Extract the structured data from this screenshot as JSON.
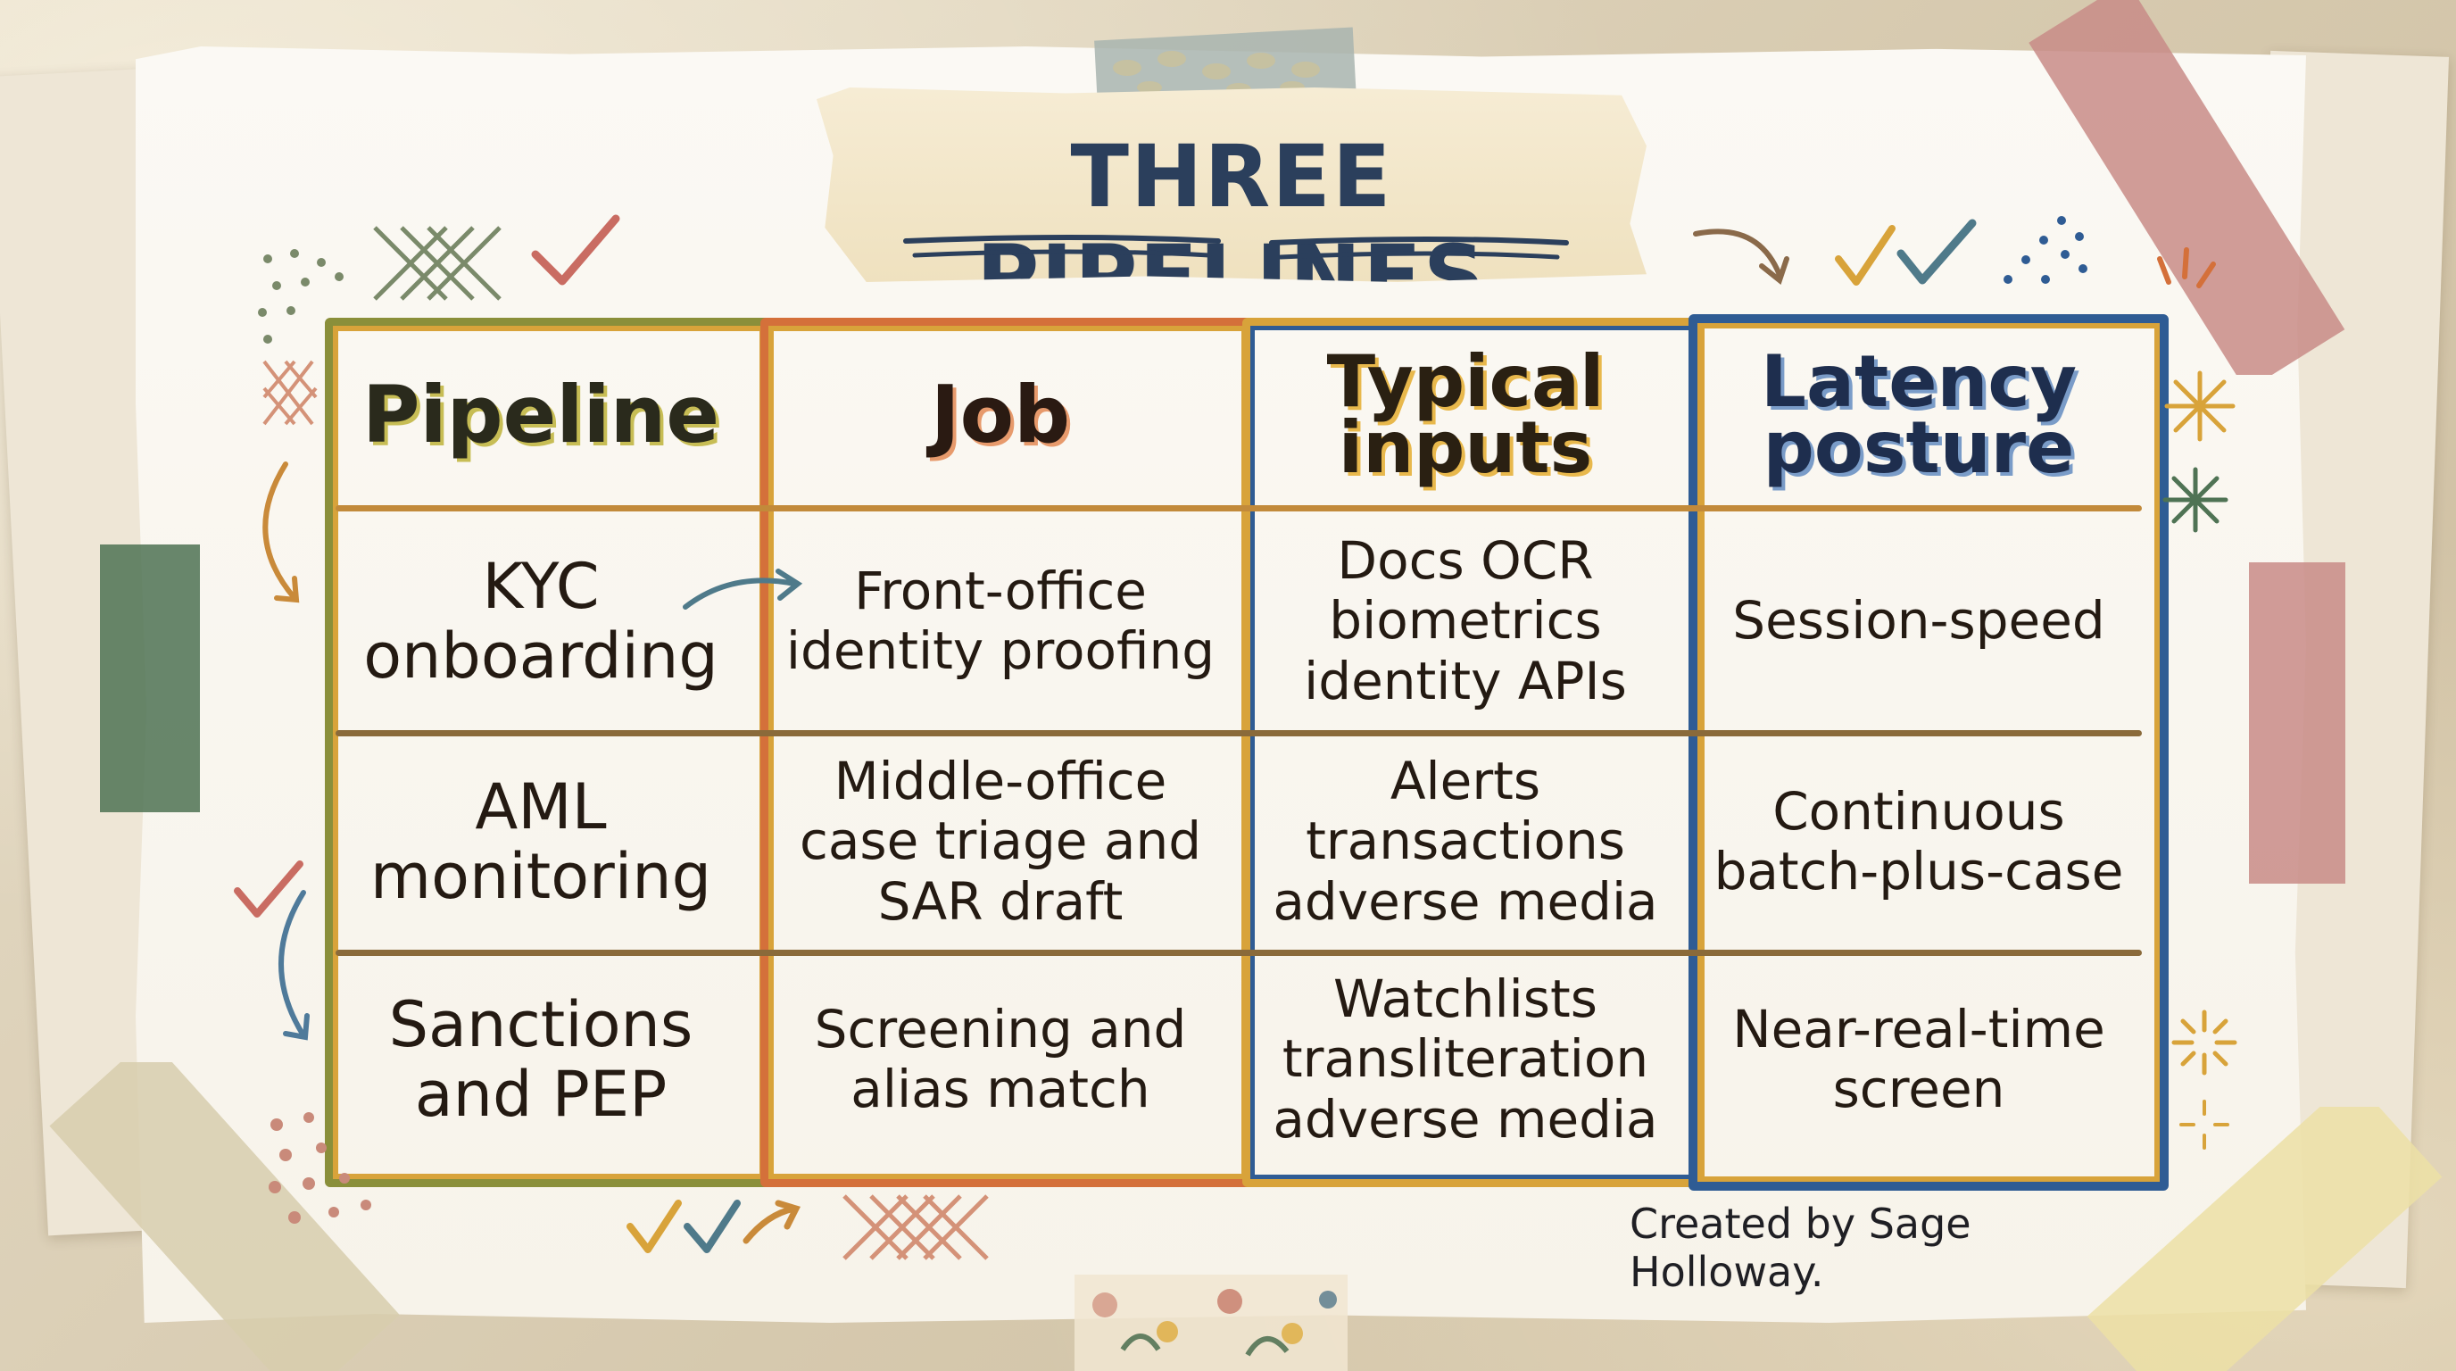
{
  "title": "THREE PIPELINES",
  "table": {
    "headers": [
      "Pipeline",
      "Job",
      "Typical\ninputs",
      "Latency\nposture"
    ],
    "rows": [
      [
        "KYC\nonboarding",
        "Front-office\nidentity proofing",
        "Docs OCR\nbiometrics\nidentity APIs",
        "Session-speed"
      ],
      [
        "AML\nmonitoring",
        "Middle-office\ncase triage and\nSAR draft",
        "Alerts\ntransactions\nadverse media",
        "Continuous\nbatch-plus-case"
      ],
      [
        "Sanctions\nand PEP",
        "Screening and\nalias match",
        "Watchlists\ntransliteration\nadverse media",
        "Near-real-time\nscreen"
      ]
    ]
  },
  "credit": "Created by Sage Holloway.",
  "colors": {
    "title_ink": "#2b3f5c",
    "pipeline_column": "#8a8f3a",
    "job_column": "#d4703a",
    "inputs_column": "#d8a33a",
    "latency_column": "#2f5c94",
    "row_divider": "#8a6a3a",
    "header_fill_pipeline": "#a8a04a",
    "header_fill_job": "#e08a5a",
    "header_fill_inputs": "#e2b24c"
  },
  "icons": [
    "check-mark-icon",
    "arrow-icon",
    "crosshatch-icon",
    "dots-icon",
    "sparkle-icon",
    "washi-tape-icon"
  ]
}
